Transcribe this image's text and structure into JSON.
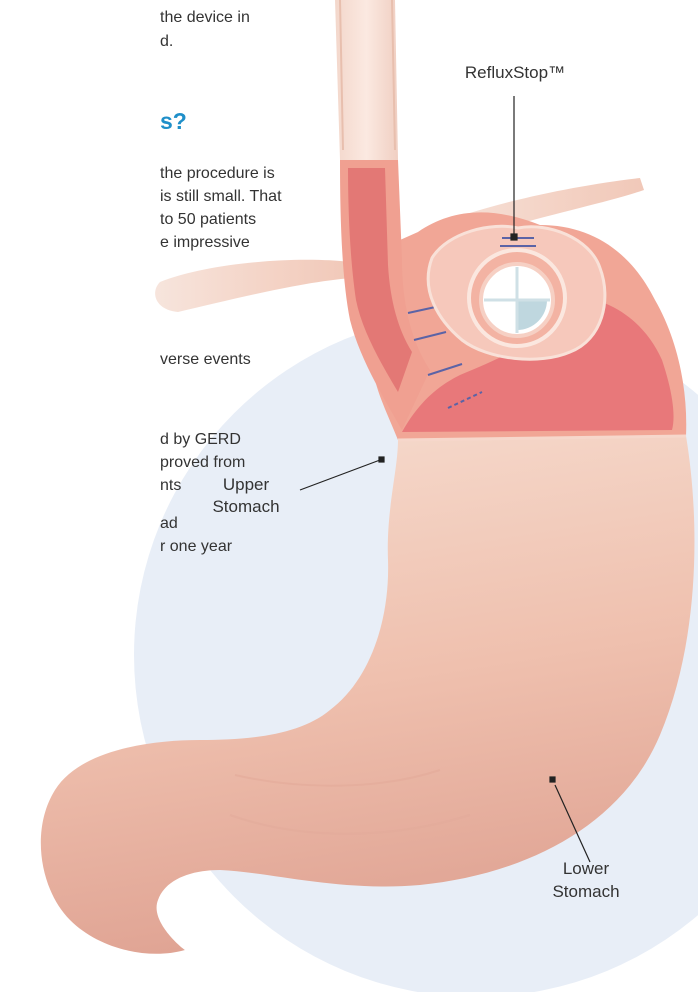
{
  "article": {
    "intro_lines": [
      "the device in",
      "d."
    ],
    "heading": "s?",
    "paragraph_lines": [
      "the procedure is",
      "is still small. That",
      "to 50 patients",
      "e impressive"
    ],
    "bullet_1": "verse events",
    "bullet_2_lines": [
      "d by GERD",
      "proved from",
      "nts"
    ],
    "bullet_3_lines": [
      "ad",
      "r one year"
    ]
  },
  "diagram": {
    "labels": {
      "device": "RefluxStop™",
      "upper_stomach": [
        "Upper",
        "Stomach"
      ],
      "lower_stomach": [
        "Lower",
        "Stomach"
      ]
    }
  },
  "colors": {
    "heading": "#1f8fc9",
    "background_circle": "#e8eef7",
    "stomach_skin": "#f1c5b5",
    "stomach_inner": "#e8787a",
    "device_lines": "#5b63a6"
  }
}
